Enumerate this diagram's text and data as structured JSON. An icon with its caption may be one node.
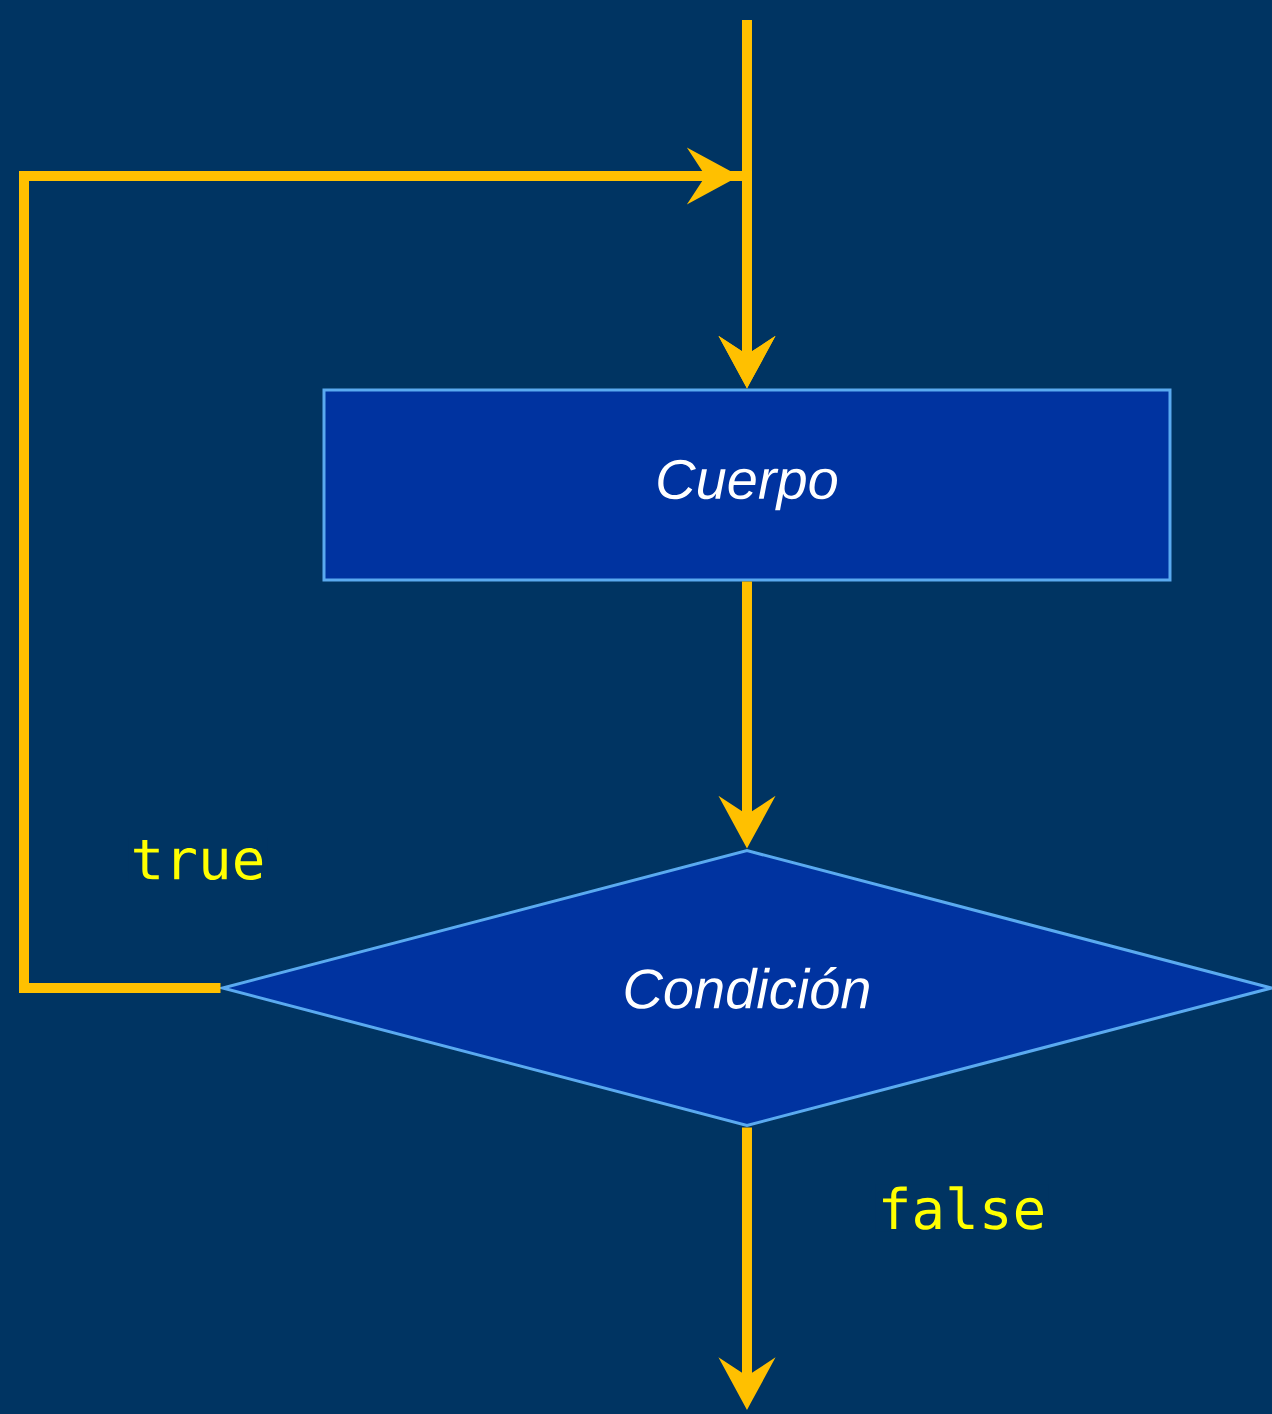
{
  "diagram": {
    "nodes": [
      {
        "text": [
          "*Cuerpo*"
        ]
      },
      {
        "text": [
          "*Condición*"
        ]
      }
    ],
    "edges": [
      {
        "from": null,
        "to": 0,
        "arrow": "to"
      },
      {
        "from": 0,
        "to": 1,
        "arrow": "to"
      },
      {
        "from": 1,
        "to": 0,
        "arrow": "to",
        "label": "true"
      },
      {
        "from": 1,
        "to": null,
        "arrow": "to",
        "label": "false"
      }
    ]
  }
}
